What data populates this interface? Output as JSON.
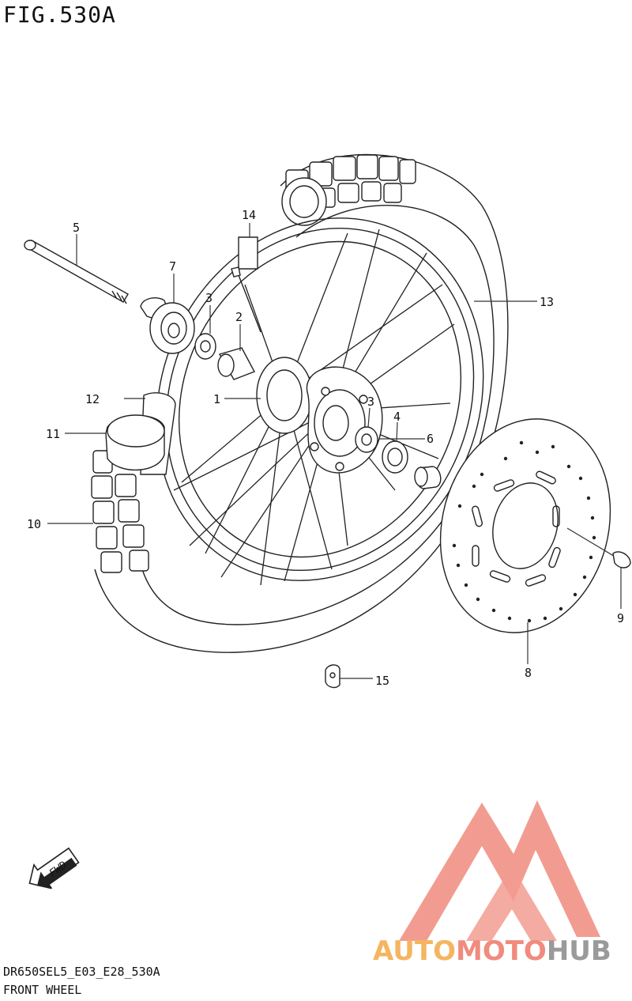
{
  "figure": {
    "title": "FIG.530A"
  },
  "footer": {
    "model_code": "DR650SEL5_E03_E28_530A",
    "section_name": "FRONT WHEEL"
  },
  "fwd_arrow": {
    "label": "FWD"
  },
  "watermark": {
    "word_part1": "AUTO",
    "word_part2": "MOTO",
    "word_part3": "HUB",
    "color_primary": "#f08b7e",
    "color_secondary": "#f5b560",
    "color_tertiary": "#9a9a9a"
  },
  "callouts": [
    {
      "id": "c1",
      "label": "1"
    },
    {
      "id": "c2",
      "label": "2"
    },
    {
      "id": "c3a",
      "label": "3"
    },
    {
      "id": "c3b",
      "label": "3"
    },
    {
      "id": "c4",
      "label": "4"
    },
    {
      "id": "c5",
      "label": "5"
    },
    {
      "id": "c6",
      "label": "6"
    },
    {
      "id": "c7",
      "label": "7"
    },
    {
      "id": "c8",
      "label": "8"
    },
    {
      "id": "c9",
      "label": "9"
    },
    {
      "id": "c10",
      "label": "10"
    },
    {
      "id": "c11",
      "label": "11"
    },
    {
      "id": "c12",
      "label": "12"
    },
    {
      "id": "c13",
      "label": "13"
    },
    {
      "id": "c14",
      "label": "14"
    },
    {
      "id": "c15",
      "label": "15"
    }
  ]
}
